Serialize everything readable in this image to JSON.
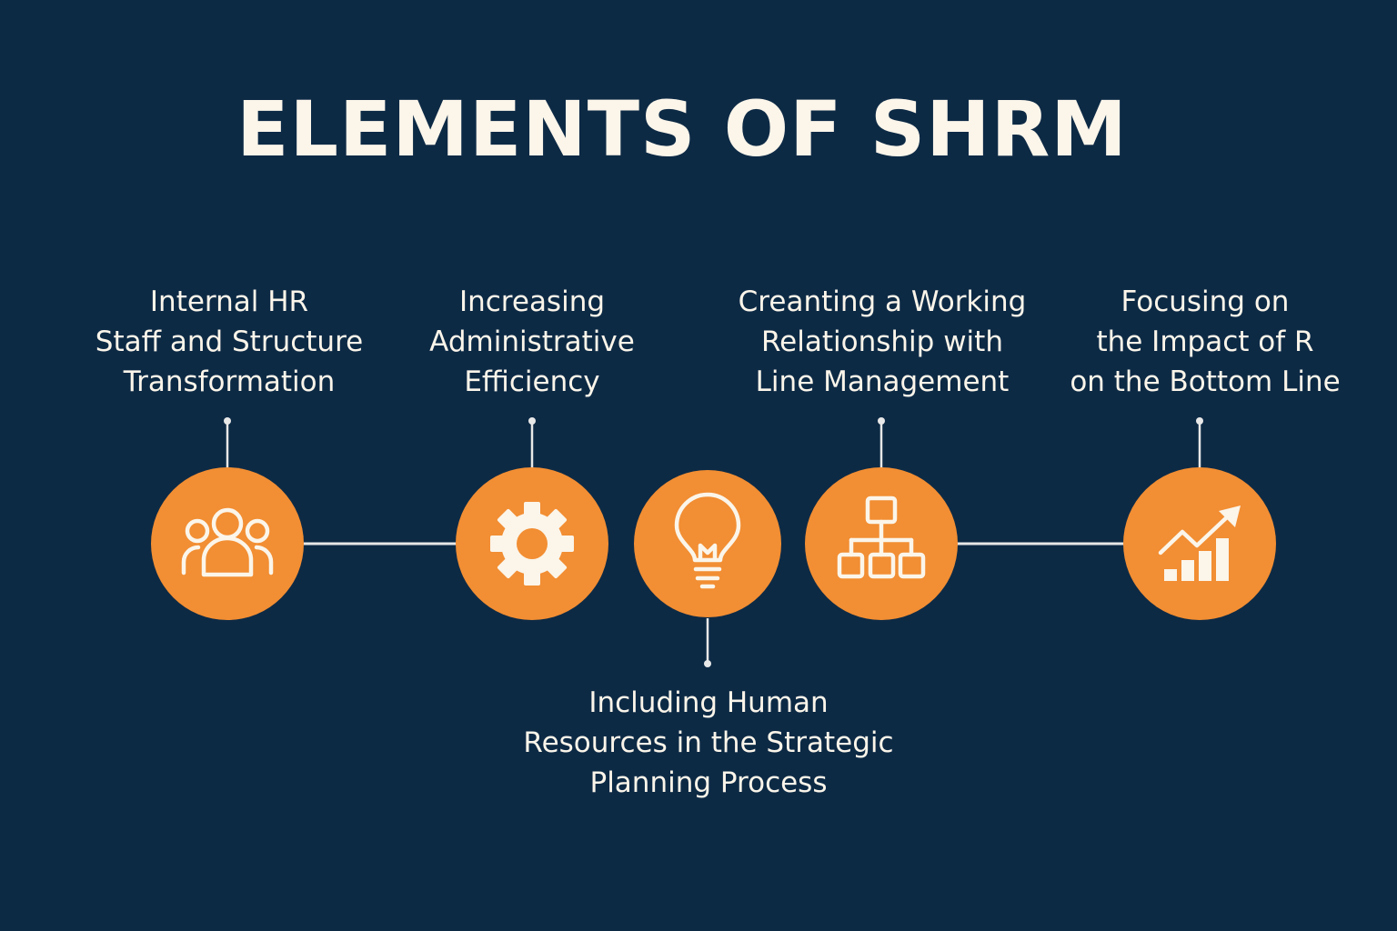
{
  "title": "ELEMENTS OF SHRM",
  "colors": {
    "background": "#0d2a45",
    "accent": "#f28e33",
    "text": "#fbf5ea",
    "connector": "#e8e8e8"
  },
  "elements": [
    {
      "icon": "people-icon",
      "lines": [
        "Internal HR",
        "Staff and Structure",
        "Transformation"
      ]
    },
    {
      "icon": "gear-icon",
      "lines": [
        "Increasing",
        "Administrative",
        "Efficiency"
      ]
    },
    {
      "icon": "lightbulb-icon",
      "lines": [
        "Including Human",
        "Resources in the Strategic",
        "Planning Process"
      ]
    },
    {
      "icon": "org-chart-icon",
      "lines": [
        "Creanting a Working",
        "Relationship with",
        "Line Management"
      ]
    },
    {
      "icon": "growth-chart-icon",
      "lines": [
        "Focusing on",
        "the Impact of R",
        "on the Bottom Line"
      ]
    }
  ]
}
